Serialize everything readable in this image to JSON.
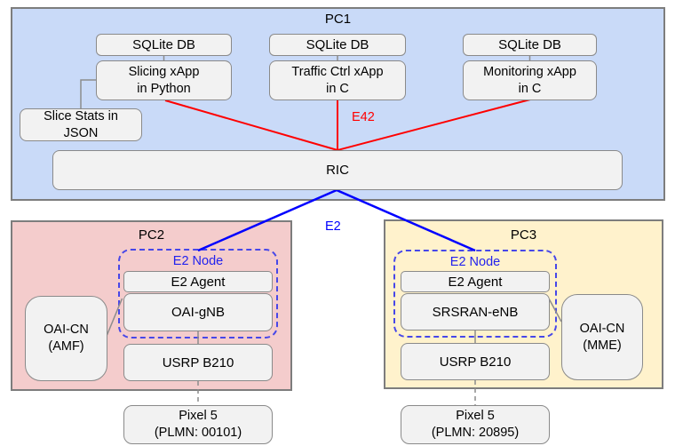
{
  "diagram": {
    "pc1": {
      "label": "PC1",
      "sqlite_dbs": [
        "SQLite DB",
        "SQLite DB",
        "SQLite DB"
      ],
      "xapps": [
        {
          "line1": "Slicing xApp",
          "line2": "in Python"
        },
        {
          "line1": "Traffic Ctrl xApp",
          "line2": "in C"
        },
        {
          "line1": "Monitoring xApp",
          "line2": "in C"
        }
      ],
      "slice_stats": {
        "line1": "Slice Stats in",
        "line2": "JSON"
      },
      "ric_label": "RIC",
      "e42_interface_label": "E42"
    },
    "e2_interface_label": "E2",
    "pc2": {
      "label": "PC2",
      "e2_node_label": "E2 Node",
      "e2_agent_label": "E2 Agent",
      "ran_label": "OAI-gNB",
      "core": {
        "line1": "OAI-CN",
        "line2": "(AMF)"
      },
      "usrp_label": "USRP B210",
      "phone": {
        "line1": "Pixel 5",
        "line2": "(PLMN: 00101)"
      }
    },
    "pc3": {
      "label": "PC3",
      "e2_node_label": "E2 Node",
      "e2_agent_label": "E2 Agent",
      "ran_label": "SRSRAN-eNB",
      "core": {
        "line1": "OAI-CN",
        "line2": "(MME)"
      },
      "usrp_label": "USRP B210",
      "phone": {
        "line1": "Pixel 5",
        "line2": "(PLMN: 20895)"
      }
    },
    "colors": {
      "pc1_fill": "#c9daf8",
      "pc2_fill": "#f4cccc",
      "pc3_fill": "#fff2cc",
      "node_fill": "#f2f2f2",
      "node_border": "#8a8a8a",
      "container_border": "#7d7d7d",
      "e42_link": "#ff0000",
      "e2_link": "#0000ff",
      "e2_node_dashed": "#4747e8",
      "connector": "#8c8c8c"
    }
  }
}
